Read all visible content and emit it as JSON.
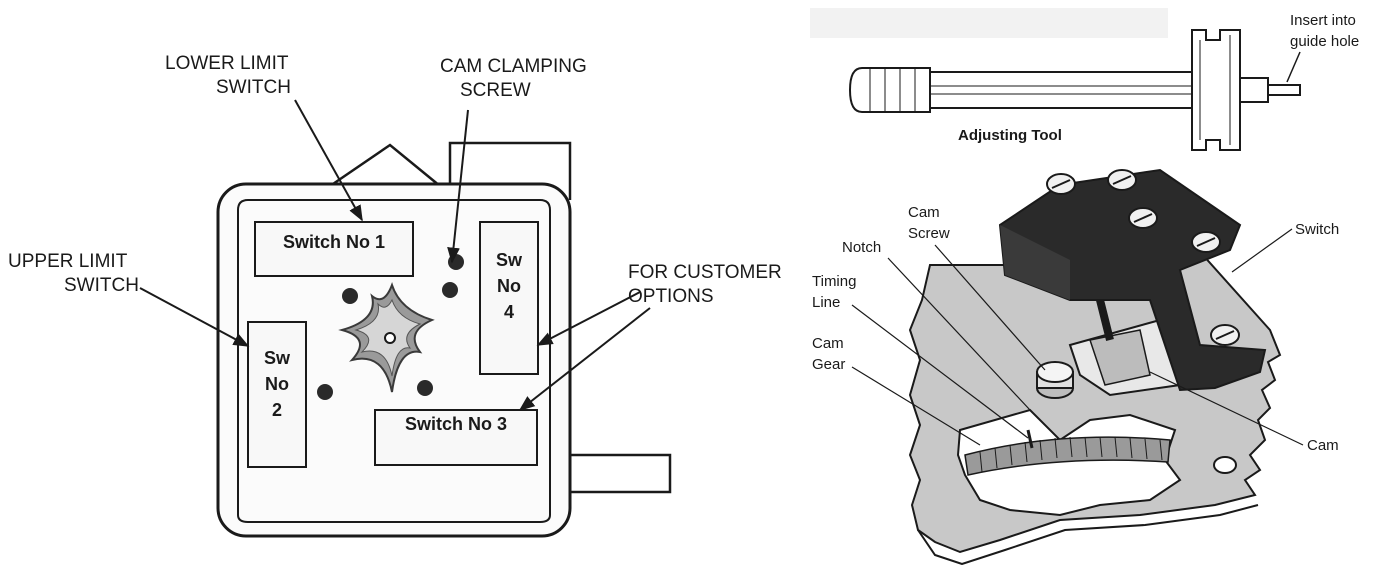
{
  "left_diagram": {
    "labels": {
      "lower_limit": [
        "LOWER LIMIT",
        "SWITCH"
      ],
      "cam_clamping": [
        "CAM CLAMPING",
        "SCREW"
      ],
      "upper_limit": [
        "UPPER LIMIT",
        "SWITCH"
      ],
      "customer_options": [
        "FOR CUSTOMER",
        "OPTIONS"
      ]
    },
    "switches": {
      "sw1": "Switch No 1",
      "sw2": [
        "Sw",
        "No",
        "2"
      ],
      "sw3": "Switch No 3",
      "sw4": [
        "Sw",
        "No",
        "4"
      ]
    }
  },
  "right_diagram": {
    "tool_caption": "Adjusting Tool",
    "insert_label": [
      "Insert into",
      "guide hole"
    ],
    "labels": {
      "cam_screw": [
        "Cam",
        "Screw"
      ],
      "notch": "Notch",
      "timing_line": [
        "Timing",
        "Line"
      ],
      "cam_gear": [
        "Cam",
        "Gear"
      ],
      "switch": "Switch",
      "cam": "Cam"
    }
  },
  "colors": {
    "line": "#1a1a1a",
    "plate": "#c8c8c8",
    "block": "#2a2a2a",
    "page": "#ffffff"
  }
}
